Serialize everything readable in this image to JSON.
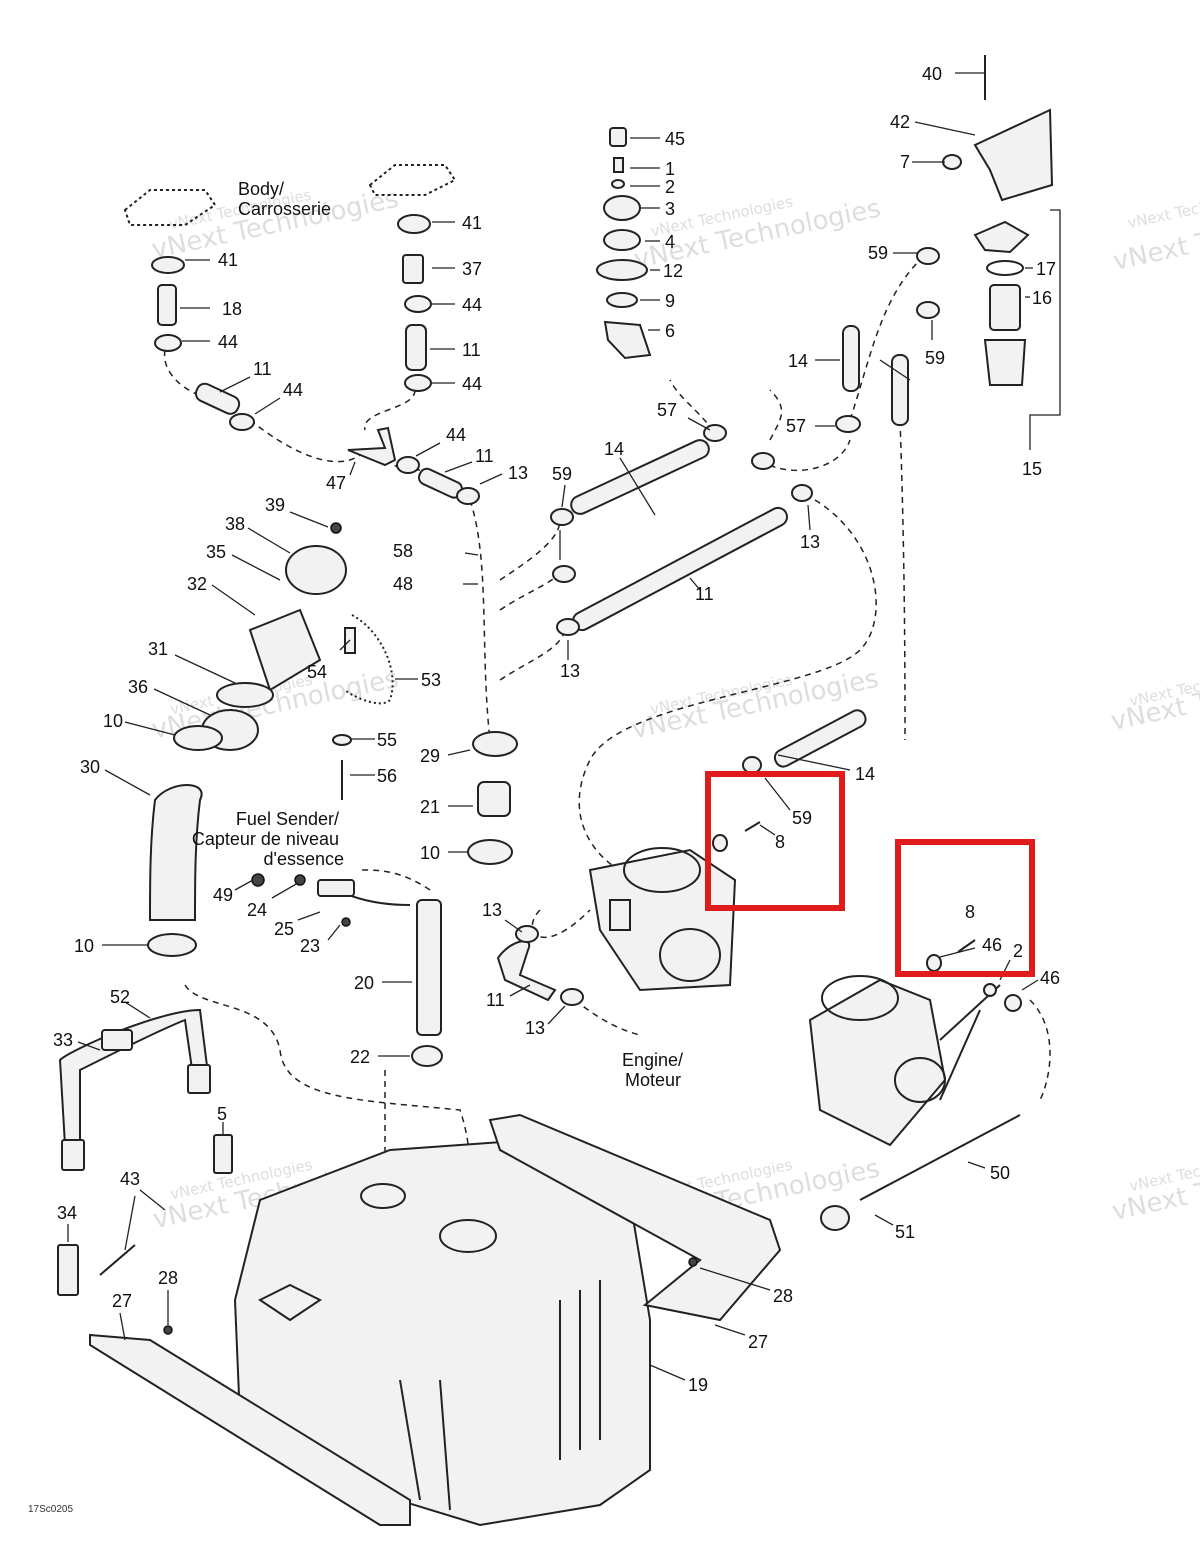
{
  "labels": {
    "body_fr": "Body/\nCarrosserie",
    "fuel_sender": "Fuel Sender/\nCapteur de niveau\nd'essence",
    "engine": "Engine/\nMoteur"
  },
  "callouts": [
    "40",
    "42",
    "7",
    "59",
    "17",
    "16",
    "59",
    "14",
    "15",
    "45",
    "1",
    "2",
    "3",
    "4",
    "12",
    "9",
    "6",
    "57",
    "57",
    "41",
    "37",
    "44",
    "11",
    "44",
    "41",
    "18",
    "44",
    "11",
    "44",
    "44",
    "11",
    "13",
    "47",
    "14",
    "59",
    "13",
    "11",
    "13",
    "39",
    "38",
    "35",
    "32",
    "58",
    "48",
    "31",
    "54",
    "53",
    "36",
    "10",
    "30",
    "55",
    "56",
    "29",
    "21",
    "10",
    "14",
    "59",
    "8",
    "8",
    "46",
    "2",
    "46",
    "49",
    "24",
    "25",
    "23",
    "20",
    "13",
    "11",
    "13",
    "10",
    "52",
    "33",
    "22",
    "5",
    "43",
    "34",
    "28",
    "27",
    "19",
    "50",
    "51",
    "28",
    "27"
  ],
  "watermark": {
    "line1": "vNext Technologies",
    "line2": "vNext Technologies"
  },
  "drawing_code": "17Sc0205",
  "highlight_color": "#e01b1b"
}
